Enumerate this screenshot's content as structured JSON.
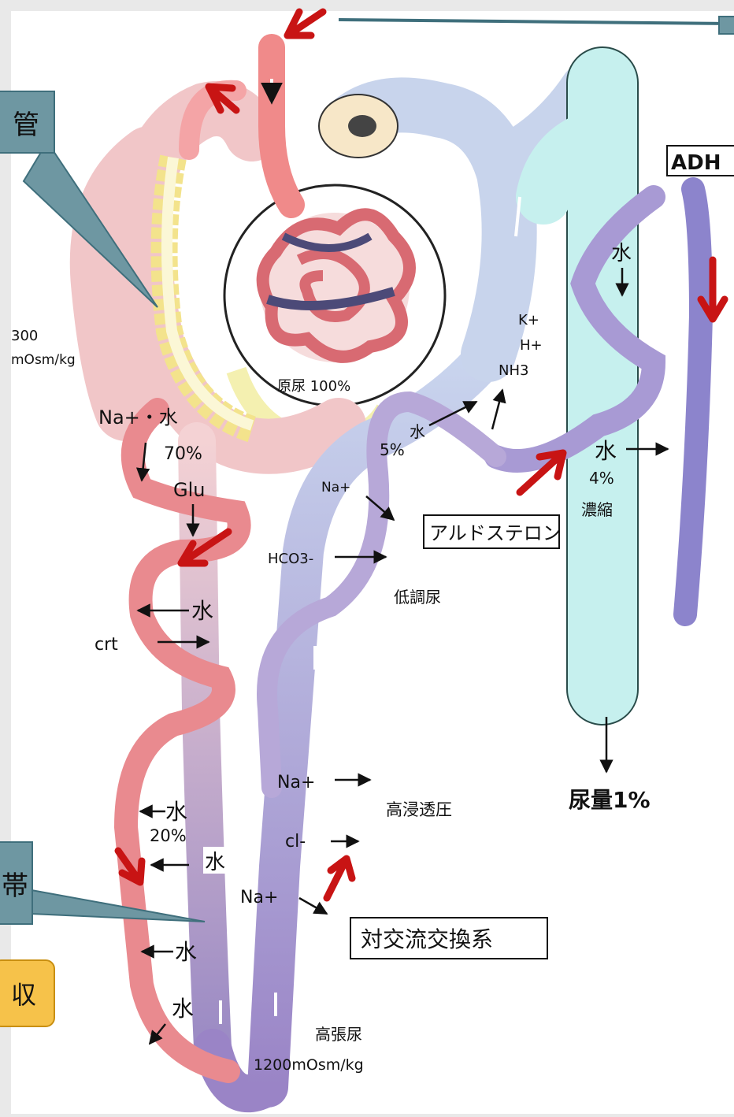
{
  "callouts": {
    "top_left": "管",
    "mid_left": "帯",
    "bottom_left": "収",
    "top_right": ""
  },
  "labels": {
    "adh": "ADH",
    "osm_300": "300",
    "osm_unit": "mOsm/kg",
    "na_water": "Na+・水",
    "pct_70": "70%",
    "glu": "Glu",
    "water_a": "水",
    "crt": "crt",
    "water_20": "水",
    "pct_20": "20%",
    "water_box": "水",
    "water_b": "水",
    "water_c": "水",
    "primary_urine": "原尿 100%",
    "na_plus_1": "Na+",
    "hco3": "HCO3-",
    "low_tonic": "低調尿",
    "water_5": "水",
    "pct_5": "5%",
    "k": "K+",
    "h": "H+",
    "nh3": "NH3",
    "aldosterone": "アルドステロン",
    "water_cd1": "水",
    "water_cd2": "水",
    "pct_4": "4%",
    "concentrate": "濃縮",
    "urine_1": "尿量1%",
    "na_plus_2": "Na+",
    "cl": "cl-",
    "na_plus_3": "Na+",
    "high_osm": "高浸透圧",
    "countercurrent": "対交流交換系",
    "hyper_urine": "高張尿",
    "osm_1200": "1200mOsm/kg"
  }
}
